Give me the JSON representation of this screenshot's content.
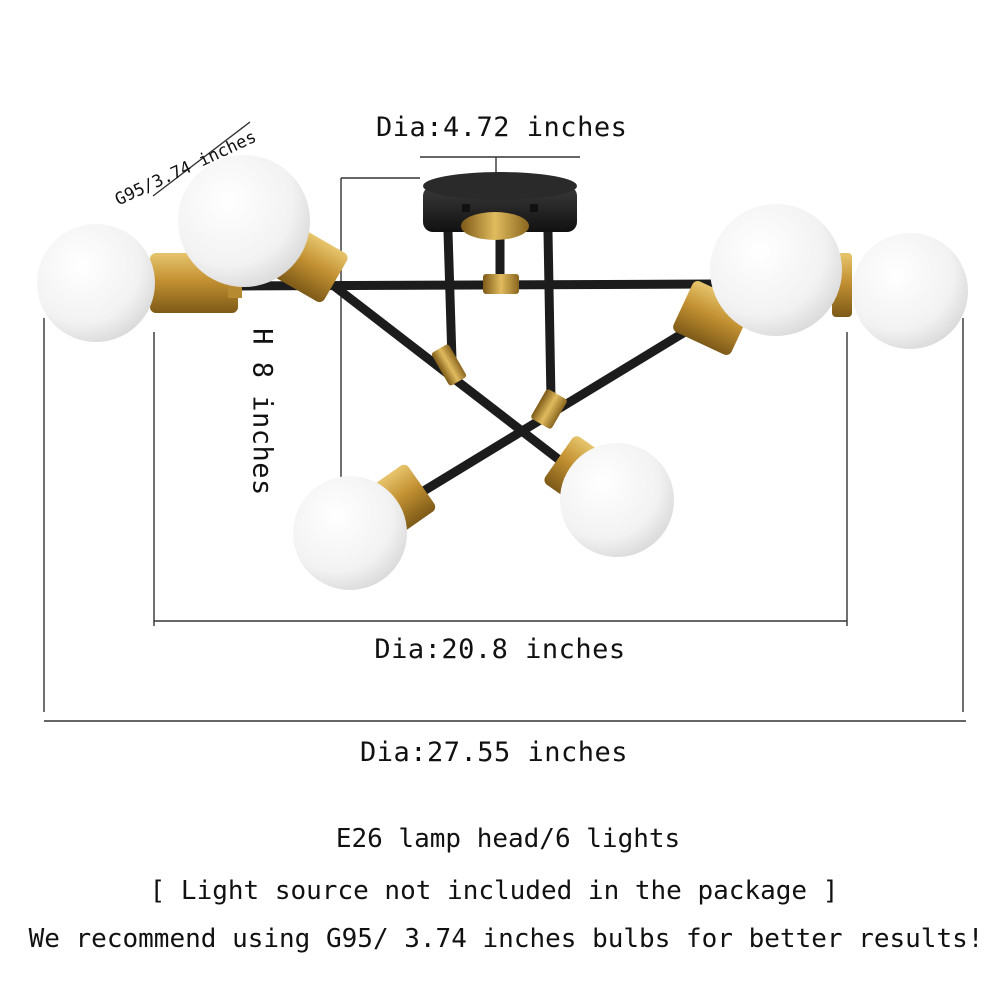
{
  "dimensions": {
    "bulb_size": "G95/3.74 inches",
    "canopy_diameter": "Dia:4.72 inches",
    "height": "H 8 inches",
    "inner_diameter": "Dia:20.8 inches",
    "outer_diameter": "Dia:27.55 inches"
  },
  "notes": {
    "lamp_info": "E26 lamp head/6 lights",
    "package_note": "[ Light source not included in the package ]",
    "recommendation": "We recommend using G95/ 3.74 inches bulbs for better results!"
  },
  "colors": {
    "background": "#ffffff",
    "arm_black": "#1c1c1c",
    "brass": "#c49a3a",
    "bulb_white": "#f4f4f4",
    "dimension_line": "#333333"
  }
}
